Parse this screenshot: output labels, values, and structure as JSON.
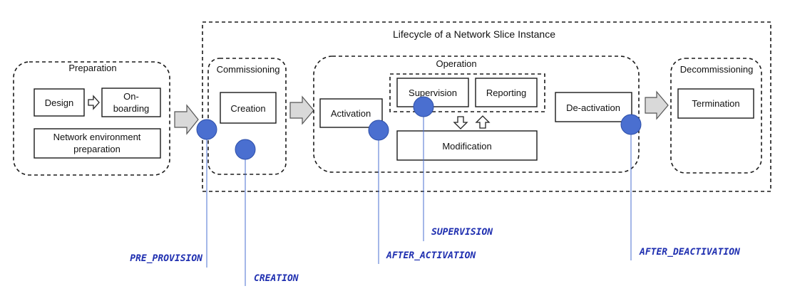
{
  "lifecycle": {
    "title": "Lifecycle of a Network Slice Instance"
  },
  "preparation": {
    "title": "Preparation",
    "design": "Design",
    "onboarding_line1": "On-",
    "onboarding_line2": "boarding",
    "netenv_line1": "Network environment",
    "netenv_line2": "preparation"
  },
  "commissioning": {
    "title": "Commissioning",
    "creation": "Creation"
  },
  "operation": {
    "title": "Operation",
    "activation": "Activation",
    "supervision": "Supervision",
    "reporting": "Reporting",
    "modification": "Modification",
    "deactivation": "De-activation"
  },
  "decommissioning": {
    "title": "Decommissioning",
    "termination": "Termination"
  },
  "states": {
    "pre_provision": "PRE_PROVISION",
    "creation": "CREATION",
    "after_activation": "AFTER_ACTIVATION",
    "supervision": "SUPERVISION",
    "after_deactivation": "AFTER_DEACTIVATION"
  },
  "colors": {
    "marker": "#4a6fd0",
    "state_label": "#1f2fb0"
  }
}
